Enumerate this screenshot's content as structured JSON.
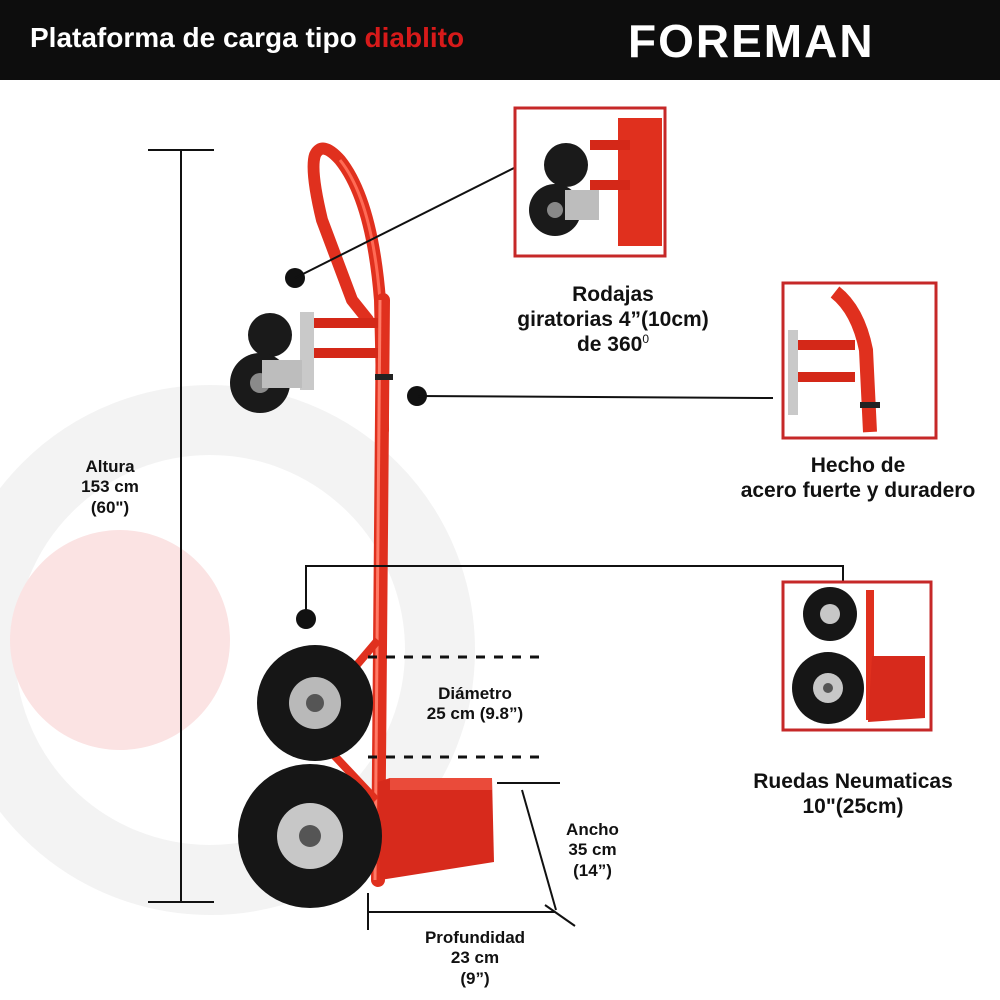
{
  "header": {
    "title_main": "Plataforma de carga tipo",
    "title_accent": "diablito",
    "brand": "FOREMAN"
  },
  "features": {
    "casters": {
      "line1": "Rodajas",
      "line2": "giratorias 4”(10cm)",
      "line3": "de 360",
      "line3_sup": "0"
    },
    "steel": {
      "line1": "Hecho de",
      "line2": "acero fuerte y duradero"
    },
    "wheels": {
      "line1": "Ruedas Neumaticas",
      "line2": "10\"(25cm)"
    }
  },
  "dimensions": {
    "height": {
      "line1": "Altura",
      "line2": "153 cm",
      "line3": "(60\")"
    },
    "diameter": {
      "line1": "Diámetro",
      "line2": "25 cm (9.8”)"
    },
    "width": {
      "line1": "Ancho",
      "line2": "35 cm",
      "line3": "(14”)"
    },
    "depth": {
      "line1": "Profundidad",
      "line2": "23 cm",
      "line3": "(9”)"
    }
  },
  "colors": {
    "accent": "#d71a1a",
    "frame": "#e0301e",
    "header_bg": "#0d0d0d",
    "inset_border": "#c62828"
  }
}
